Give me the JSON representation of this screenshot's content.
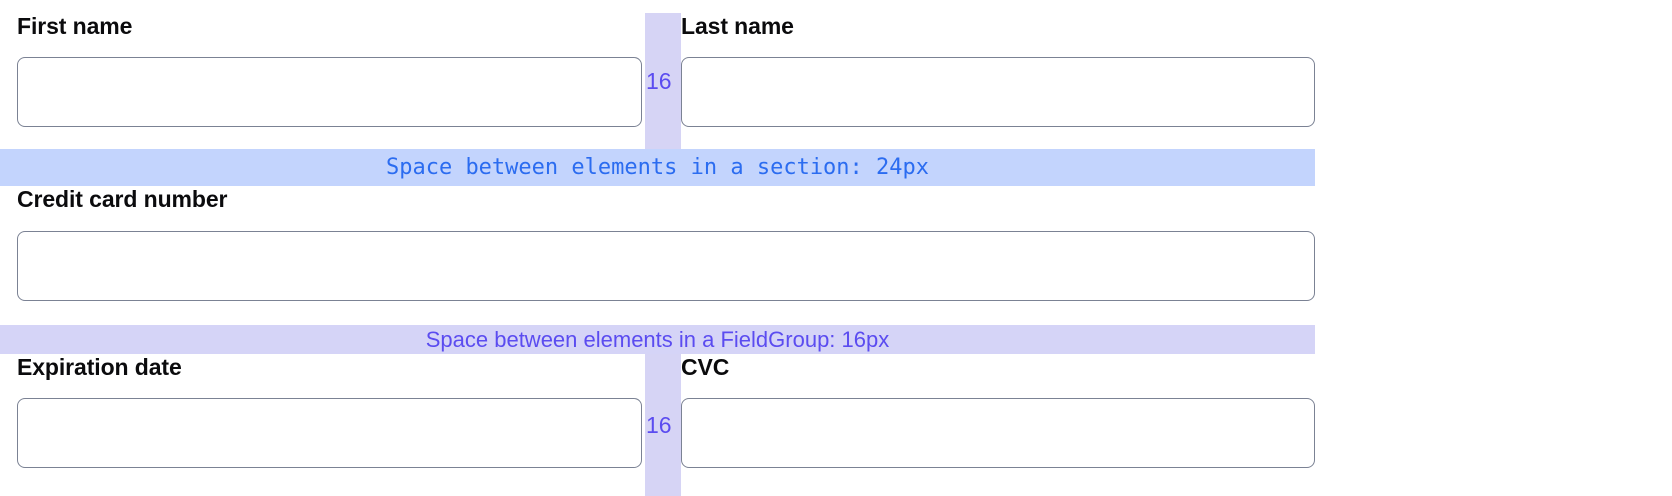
{
  "theme": {
    "page_background": "#ffffff",
    "label_color": "#0b0b0d",
    "input_border_color": "#7b8294",
    "input_background": "#ffffff",
    "gap_band_color": "#d6d4f5",
    "gap_label_color": "#5b4cf0",
    "section_band_color": "#c3d4fd",
    "section_band_text_color": "#2b6cf0",
    "fieldgroup_band_color": "#d5d4f7",
    "fieldgroup_band_text_color": "#5b4cf0"
  },
  "form": {
    "rows": [
      {
        "name": "name-row",
        "fields": [
          {
            "label": "First name",
            "value": "",
            "placeholder": ""
          },
          {
            "label": "Last name",
            "value": "",
            "placeholder": ""
          }
        ],
        "gap_label": "16"
      },
      {
        "name": "card-row",
        "fields": [
          {
            "label": "Credit card number",
            "value": "",
            "placeholder": ""
          }
        ],
        "gap_label": ""
      },
      {
        "name": "expiry-cvc-row",
        "fields": [
          {
            "label": "Expiration date",
            "value": "",
            "placeholder": ""
          },
          {
            "label": "CVC",
            "value": "",
            "placeholder": ""
          }
        ],
        "gap_label": "16"
      }
    ]
  },
  "annotations": {
    "section_spacing": {
      "text": "Space between elements in a section: 24px",
      "value": "24px"
    },
    "fieldgroup_spacing": {
      "text": "Space between elements in a FieldGroup: 16px",
      "value": "16px"
    },
    "column_gap_top": "16",
    "column_gap_bottom": "16"
  }
}
